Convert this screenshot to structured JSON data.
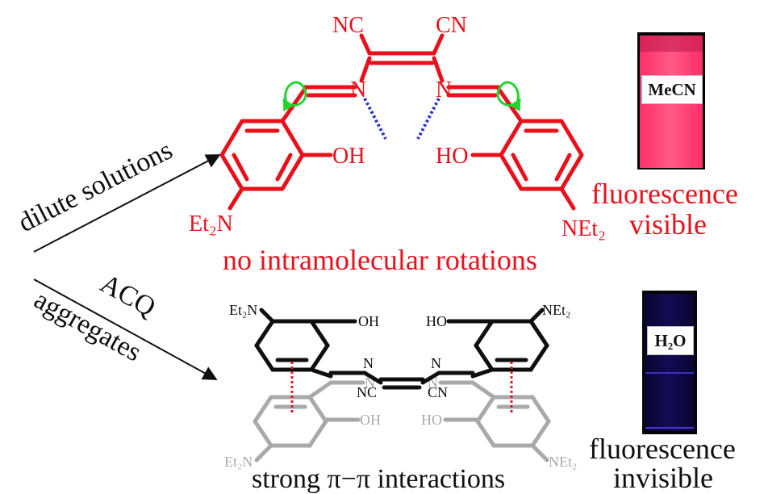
{
  "colors": {
    "red": "#e8111b",
    "black": "#0f0f0f",
    "gray": "#a9a9a9",
    "green": "#23d42f",
    "blue_dash": "#2a36c9",
    "red_dash": "#d81b2b",
    "vial_pink": "#ff3f74",
    "vial_dark": "#0c0840"
  },
  "arrows": {
    "upper_label": "dilute solutions",
    "lower_label_top": "ACQ",
    "lower_label_bottom": "aggregates"
  },
  "top_molecule": {
    "nc_left": "NC",
    "cn_right": "CN",
    "n_left": "N",
    "n_right": "N",
    "oh_left": "OH",
    "ho_right": "HO",
    "amine_left": "Et₂N",
    "amine_right": "NEt₂",
    "caption": "no intramolecular rotations"
  },
  "bottom_molecule": {
    "amine_left_top": "Et₂N",
    "amine_right_top": "NEt₂",
    "oh_top": "OH",
    "ho_top": "HO",
    "n_left_top": "N",
    "n_right_top": "N",
    "nc_left_top": "NC",
    "cn_right_top": "CN",
    "amine_left_bottom": "Et₂N",
    "amine_right_bottom": "NEt₂",
    "oh_bottom": "OH",
    "ho_bottom": "HO",
    "n_left_bottom": "N",
    "n_right_bottom": "N",
    "caption": "strong π−π interactions"
  },
  "vials": {
    "top": {
      "label": "MeCN",
      "line1": "fluorescence",
      "line2": "visible"
    },
    "bottom": {
      "label": "H₂O",
      "line1": "fluorescence",
      "line2": "invisible"
    }
  }
}
